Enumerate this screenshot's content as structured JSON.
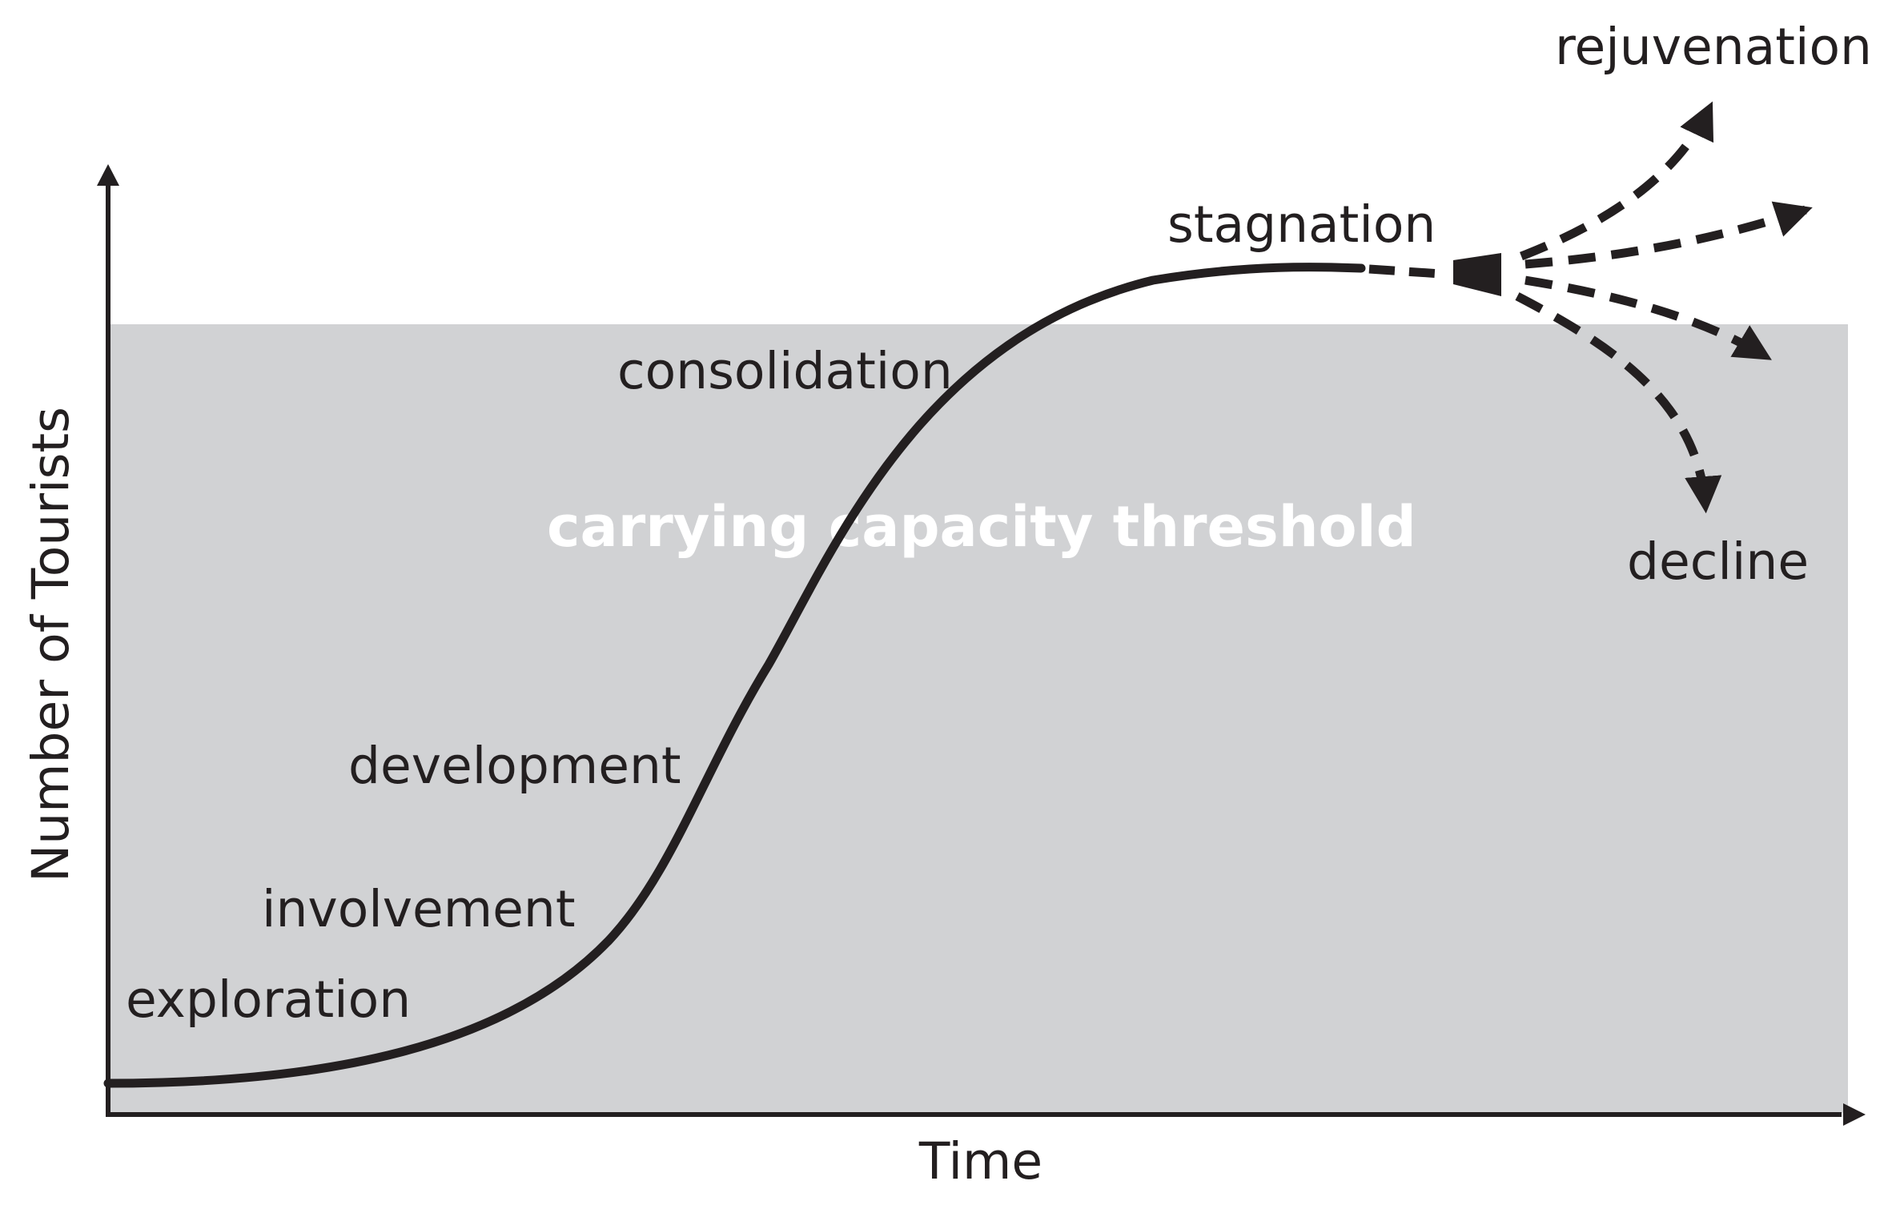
{
  "axes": {
    "x_label": "Time",
    "y_label": "Number of Tourists"
  },
  "zone": {
    "label": "carrying capacity threshold",
    "color": "#d1d2d4"
  },
  "stages": {
    "exploration": "exploration",
    "involvement": "involvement",
    "development": "development",
    "consolidation": "consolidation",
    "stagnation": "stagnation"
  },
  "outcomes": {
    "rejuvenation": "rejuvenation",
    "decline": "decline"
  },
  "colors": {
    "ink": "#231f20",
    "background": "#ffffff"
  }
}
